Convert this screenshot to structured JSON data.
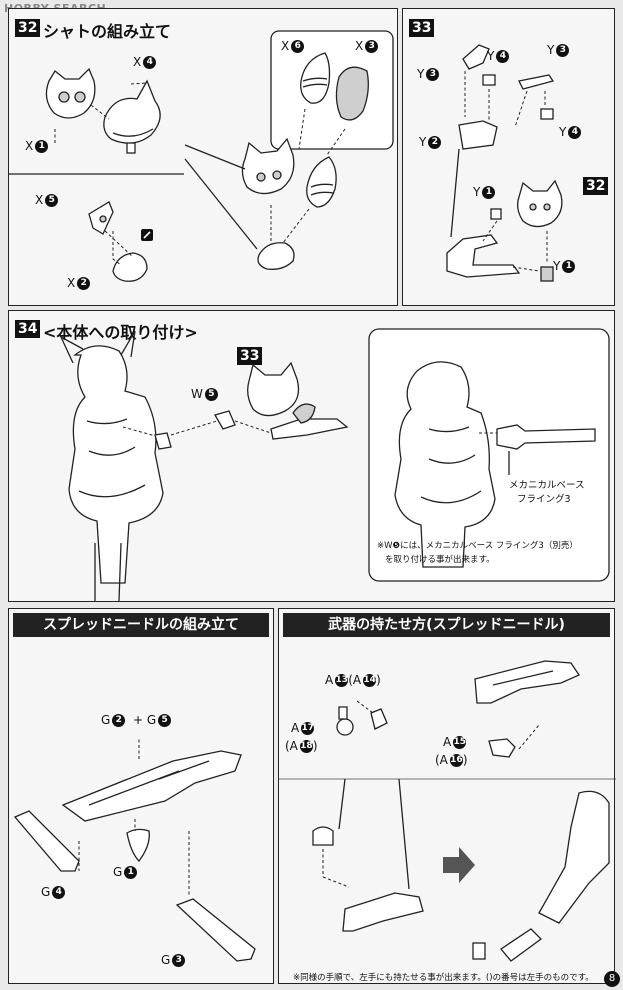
{
  "watermark": "HOBBY SEARCH",
  "page_number": "8",
  "step32": {
    "num": "32",
    "title": "シャトの組み立て",
    "labels": [
      {
        "text": "X",
        "n": "4"
      },
      {
        "text": "X",
        "n": "1"
      },
      {
        "text": "X",
        "n": "5"
      },
      {
        "text": "X",
        "n": "2"
      },
      {
        "text": "X",
        "n": "6"
      },
      {
        "text": "X",
        "n": "3"
      }
    ]
  },
  "step33": {
    "num": "33",
    "labels": [
      {
        "text": "Y",
        "n": "3"
      },
      {
        "text": "Y",
        "n": "4"
      },
      {
        "text": "Y",
        "n": "3"
      },
      {
        "text": "Y",
        "n": "2"
      },
      {
        "text": "Y",
        "n": "4"
      },
      {
        "text": "Y",
        "n": "1"
      },
      {
        "text": "Y",
        "n": "1"
      }
    ],
    "ref": "32"
  },
  "step34": {
    "num": "34",
    "title": "<本体への取り付け>",
    "ref": "33",
    "w_label": {
      "text": "W",
      "n": "5"
    },
    "callout": "メカニカルベース\nフライング3",
    "callout_line1": "メカニカルベース",
    "callout_line2": "フライング3",
    "note_line1": "※W❺には、メカニカルベース フライング3（別売）",
    "note_line2": "を取り付ける事が出来ます。"
  },
  "needle": {
    "banner": "スプレッドニードルの組み立て",
    "labels": [
      {
        "text": "G",
        "n": "2"
      },
      {
        "text": "+ G",
        "n": "5"
      },
      {
        "text": "G",
        "n": "1"
      },
      {
        "text": "G",
        "n": "4"
      },
      {
        "text": "G",
        "n": "3"
      }
    ]
  },
  "weapon": {
    "banner": "武器の持たせ方(スプレッドニードル)",
    "labels": [
      {
        "text": "A",
        "n": "13",
        "paren": "(A",
        "pn": "14",
        "close": ")"
      },
      {
        "text": "A",
        "n": "17",
        "paren": "(A",
        "pn": "18",
        "close": ")"
      },
      {
        "text": "A",
        "n": "15",
        "paren": "(A",
        "pn": "16",
        "close": ")"
      }
    ],
    "footnote": "※同様の手順で、左手にも持たせる事が出来ます。()の番号は左手のものです。"
  }
}
